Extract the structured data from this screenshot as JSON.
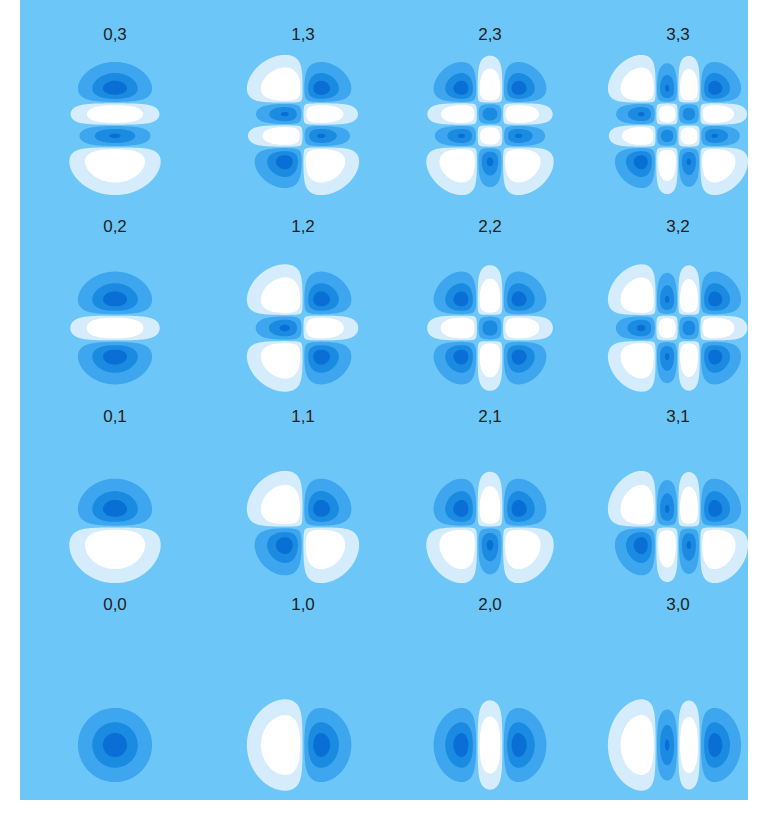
{
  "diagram": {
    "labels": [
      "0,3",
      "1,3",
      "2,3",
      "3,3",
      "0,2",
      "1,2",
      "2,2",
      "3,2",
      "0,1",
      "1,1",
      "2,1",
      "3,1",
      "0,0",
      "1,0",
      "2,0",
      "3,0"
    ]
  }
}
